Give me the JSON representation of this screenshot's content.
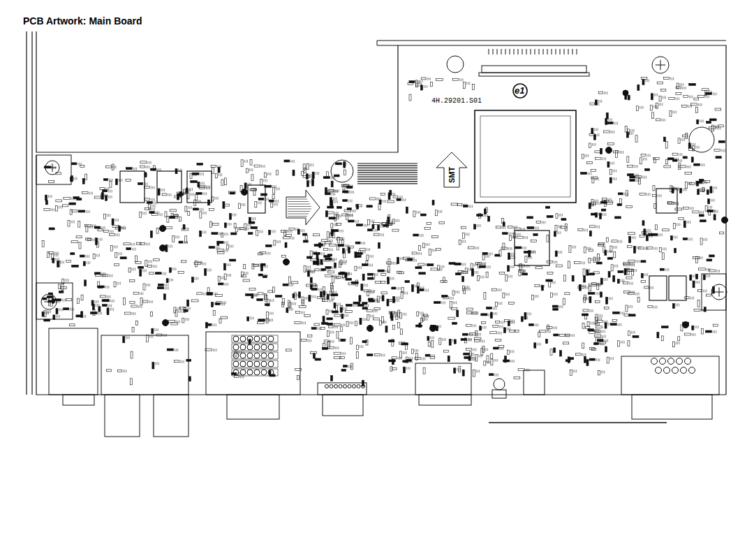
{
  "diagram": {
    "title": "PCB Artwork: Main Board",
    "labels": [
      "4H.29201.S01",
      "SMT",
      "e1"
    ]
  }
}
